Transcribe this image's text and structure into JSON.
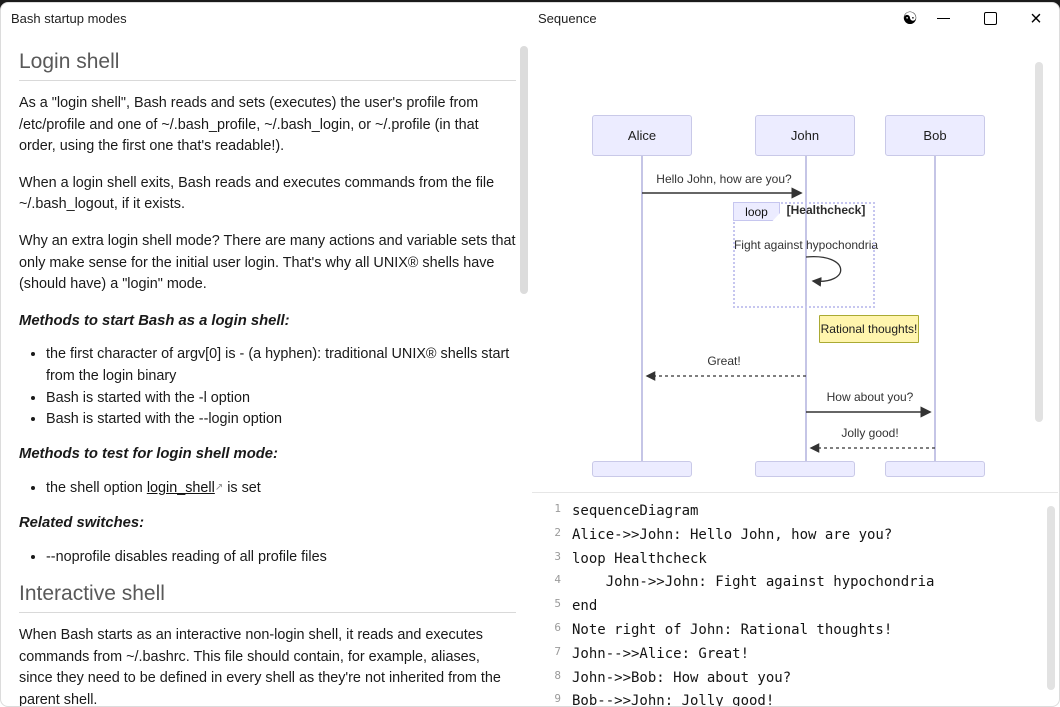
{
  "titlebar": {
    "left_title": "Bash startup modes",
    "right_title": "Sequence",
    "theme_glyph": "☯",
    "close_glyph": "×"
  },
  "doc": {
    "h2_login": "Login shell",
    "p1": "As a \"login shell\", Bash reads and sets (executes) the user's profile from /etc/profile and one of ~/.bash_profile, ~/.bash_login, or ~/.profile (in that order, using the first one that's readable!).",
    "p2": "When a login shell exits, Bash reads and executes commands from the file ~/.bash_logout, if it exists.",
    "p3": "Why an extra login shell mode? There are many actions and variable sets that only make sense for the initial user login. That's why all UNIX® shells have (should have) a \"login\" mode.",
    "h3_start": "Methods to start Bash as a login shell:",
    "bullets_start": [
      "the first character of argv[0] is - (a hyphen): traditional UNIX® shells start from the login binary",
      "Bash is started with the -l option",
      "Bash is started with the --login option"
    ],
    "h3_test": "Methods to test for login shell mode:",
    "bullet_test_prefix": "the shell option ",
    "bullet_test_link": "login_shell",
    "bullet_test_arrow": "↗",
    "bullet_test_suffix": " is set",
    "h3_related": "Related switches:",
    "bullet_related": "--noprofile disables reading of all profile files",
    "h2_interactive": "Interactive shell",
    "p4": "When Bash starts as an interactive non-login shell, it reads and executes commands from ~/.bashrc. This file should contain, for example, aliases, since they need to be defined in every shell as they're not inherited from the parent shell."
  },
  "diagram": {
    "actors": [
      "Alice",
      "John",
      "Bob"
    ],
    "loop_label": "loop",
    "loop_condition": "[Healthcheck]",
    "messages": {
      "m1": "Hello John, how are you?",
      "self": "Fight against hypochondria",
      "great": "Great!",
      "how": "How about you?",
      "jolly": "Jolly good!"
    },
    "note": "Rational thoughts!",
    "colors": {
      "actor_fill": "#ECECFF",
      "actor_border": "#c9c9e8",
      "note_fill": "#fff5ad",
      "note_border": "#aaaa33",
      "loop_border": "#c6c6ef",
      "arrow": "#333333"
    }
  },
  "editor": {
    "lines": [
      {
        "num": "1",
        "text": "sequenceDiagram"
      },
      {
        "num": "2",
        "text": "Alice->>John: Hello John, how are you?"
      },
      {
        "num": "3",
        "text": "loop Healthcheck"
      },
      {
        "num": "4",
        "text": "    John->>John: Fight against hypochondria"
      },
      {
        "num": "5",
        "text": "end"
      },
      {
        "num": "6",
        "text": "Note right of John: Rational thoughts!"
      },
      {
        "num": "7",
        "text": "John-->>Alice: Great!"
      },
      {
        "num": "8",
        "text": "John->>Bob: How about you?"
      },
      {
        "num": "9",
        "text": "Bob-->>John: Jolly good!"
      }
    ]
  }
}
